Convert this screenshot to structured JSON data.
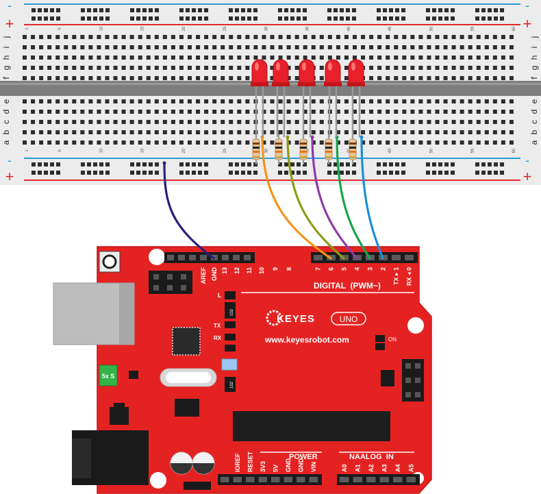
{
  "breadboard": {
    "rail_plus": "+",
    "rail_minus": "-",
    "rows_top": [
      "j",
      "i",
      "h",
      "g",
      "f"
    ],
    "rows_bottom": [
      "e",
      "d",
      "c",
      "b",
      "a"
    ],
    "column_numbers": [
      "1",
      "5",
      "10",
      "15",
      "20",
      "25",
      "30",
      "35",
      "40",
      "45",
      "50",
      "55",
      "60"
    ]
  },
  "leds": {
    "count": 5,
    "color": "#e8202a"
  },
  "resistors": {
    "count": 5
  },
  "wires": [
    {
      "name": "gnd",
      "color": "#2a1f7a"
    },
    {
      "name": "pin6",
      "color": "#f29418"
    },
    {
      "name": "pin5",
      "color": "#8f9a18"
    },
    {
      "name": "pin4",
      "color": "#8e3aa8"
    },
    {
      "name": "pin3",
      "color": "#16a64a"
    },
    {
      "name": "pin2",
      "color": "#1a8fd8"
    }
  ],
  "board": {
    "color": "#e52222",
    "brand": "KEYES",
    "model": "UNO",
    "website": "www.keyesrobot.com",
    "digital_label": "DIGITAL  (PWM~)",
    "power_label": "POWER",
    "analog_label": "NAALOG  IN",
    "on_label": "ON",
    "usb_fuse_label": "5x S",
    "led_l_label": "L",
    "tx_label": "TX",
    "rx_label": "RX",
    "chip_label": "102",
    "top_header_labels": [
      "AREF",
      "GND",
      "13",
      "12",
      "11",
      "10",
      "9",
      "8"
    ],
    "digital_header_labels": [
      "7",
      "6",
      "5",
      "4",
      "3",
      "2",
      "TX ▸ 1",
      "RX ◂ 0"
    ],
    "power_header_labels": [
      "IOREF",
      "RESET",
      "3V3",
      "5V",
      "GND",
      "GND",
      "VIN"
    ],
    "analog_header_labels": [
      "A0",
      "A1",
      "A2",
      "A3",
      "A4",
      "A5"
    ]
  }
}
